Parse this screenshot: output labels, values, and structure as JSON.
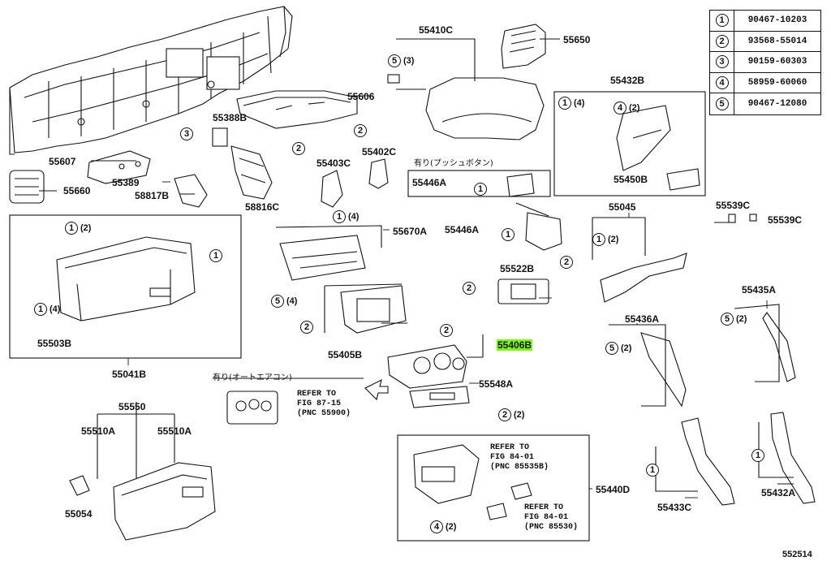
{
  "legend": [
    {
      "num": "1",
      "part": "90467-10203"
    },
    {
      "num": "2",
      "part": "93568-55014"
    },
    {
      "num": "3",
      "part": "90159-60303"
    },
    {
      "num": "4",
      "part": "58959-60060"
    },
    {
      "num": "5",
      "part": "90467-12080"
    }
  ],
  "parts": {
    "p55410C": "55410C",
    "p55650": "55650",
    "p55432B": "55432B",
    "p55606": "55606",
    "p55388B": "55388B",
    "p55607": "55607",
    "p55389": "55389",
    "p55660": "55660",
    "p58817B": "58817B",
    "p58816C": "58816C",
    "p55403C": "55403C",
    "p55402C": "55402C",
    "p55446A_1": "55446A",
    "p55446A_2": "55446A",
    "p55450B": "55450B",
    "p55539C_1": "55539C",
    "p55539C_2": "55539C",
    "p55045": "55045",
    "p55670A": "55670A",
    "p55522B": "55522B",
    "p55435A": "55435A",
    "p55436A": "55436A",
    "p55503B": "55503B",
    "p55405B": "55405B",
    "p55406B": "55406B",
    "p55041B": "55041B",
    "p55548A": "55548A",
    "p55550": "55550",
    "p55510A_1": "55510A",
    "p55510A_2": "55510A",
    "p55054": "55054",
    "p55440D": "55440D",
    "p55433C": "55433C",
    "p55432A": "55432A"
  },
  "notes": {
    "push_button": "有り(プッシュボタン)",
    "auto_ac": "有り(オートエアコン)",
    "refer_1": "REFER TO\nFIG 87-15\n(PNC 55900)",
    "refer_2": "REFER TO\nFIG 84-01\n(PNC 85535B)",
    "refer_3": "REFER TO\nFIG 84-01\n(PNC 85530)"
  },
  "callouts": [
    {
      "id": "c01",
      "num": "5",
      "qty": "(3)"
    },
    {
      "id": "c02",
      "num": "1",
      "qty": "(4)"
    },
    {
      "id": "c03",
      "num": "4",
      "qty": "(2)"
    },
    {
      "id": "c04",
      "num": "2",
      "qty": ""
    },
    {
      "id": "c05",
      "num": "3",
      "qty": ""
    },
    {
      "id": "c06",
      "num": "2",
      "qty": ""
    },
    {
      "id": "c07",
      "num": "1",
      "qty": "(4)"
    },
    {
      "id": "c08",
      "num": "1",
      "qty": ""
    },
    {
      "id": "c09",
      "num": "1",
      "qty": "(2)"
    },
    {
      "id": "c10",
      "num": "1",
      "qty": ""
    },
    {
      "id": "c11",
      "num": "1",
      "qty": "(2)"
    },
    {
      "id": "c12",
      "num": "2",
      "qty": ""
    },
    {
      "id": "c13",
      "num": "2",
      "qty": ""
    },
    {
      "id": "c14",
      "num": "1",
      "qty": ""
    },
    {
      "id": "c15",
      "num": "5",
      "qty": "(4)"
    },
    {
      "id": "c16",
      "num": "1",
      "qty": "(4)"
    },
    {
      "id": "c17",
      "num": "2",
      "qty": ""
    },
    {
      "id": "c18",
      "num": "2",
      "qty": ""
    },
    {
      "id": "c19",
      "num": "5",
      "qty": "(2)"
    },
    {
      "id": "c20",
      "num": "5",
      "qty": "(2)"
    },
    {
      "id": "c21",
      "num": "2",
      "qty": "(2)"
    },
    {
      "id": "c22",
      "num": "1",
      "qty": ""
    },
    {
      "id": "c23",
      "num": "1",
      "qty": ""
    },
    {
      "id": "c24",
      "num": "4",
      "qty": "(2)"
    },
    {
      "id": "c25",
      "num": "1",
      "qty": ""
    }
  ],
  "figure_number": "552514",
  "highlight_color": "#7CFC00"
}
